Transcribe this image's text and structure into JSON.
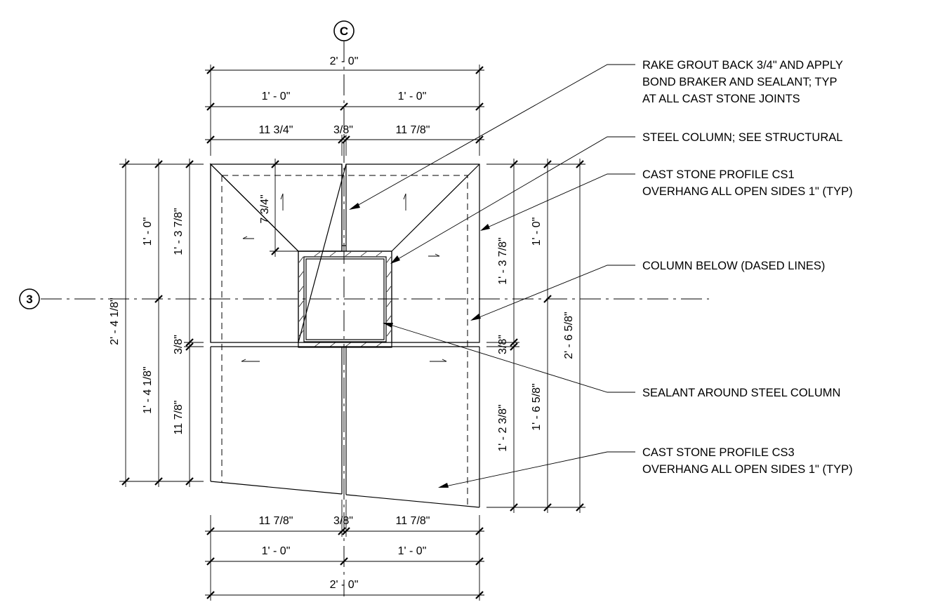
{
  "grid": {
    "vertical": "C",
    "horizontal": "3"
  },
  "dimensions": {
    "top_overall": "2' - 0\"",
    "top_left_half": "1' - 0\"",
    "top_right_half": "1' - 0\"",
    "top_left_piece": "11 3/4\"",
    "top_joint": "3/8\"",
    "top_right_piece": "11 7/8\"",
    "bottom_left_piece": "11 7/8\"",
    "bottom_joint": "3/8\"",
    "bottom_right_piece": "11 7/8\"",
    "bottom_left_half": "1' - 0\"",
    "bottom_right_half": "1' - 0\"",
    "bottom_overall": "2' - 0\"",
    "left_overall": "2' - 4 1/8\"",
    "left_upper_half": "1' - 0\"",
    "left_lower_half": "1' - 4 1/8\"",
    "left_upper_piece": "1' - 3 7/8\"",
    "left_joint": "3/8\"",
    "left_lower_piece": "11 7/8\"",
    "inner_offset": "7 3/4\"",
    "right_upper_piece": "1' - 3 7/8\"",
    "right_joint": "3/8\"",
    "right_lower_piece": "1' - 2 3/8\"",
    "right_upper_half": "1' - 0\"",
    "right_lower_half": "1' - 6 5/8\"",
    "right_overall": "2' - 6 5/8\""
  },
  "notes": {
    "rake_grout": [
      "RAKE GROUT BACK 3/4\" AND APPLY",
      "BOND BRAKER AND SEALANT; TYP",
      "AT ALL CAST STONE JOINTS"
    ],
    "steel_column": [
      "STEEL COLUMN; SEE STRUCTURAL"
    ],
    "cs1": [
      "CAST STONE PROFILE CS1",
      "OVERHANG ALL OPEN SIDES 1\" (TYP)"
    ],
    "column_below": [
      "COLUMN BELOW (DASED LINES)"
    ],
    "sealant": [
      "SEALANT AROUND STEEL COLUMN"
    ],
    "cs3": [
      "CAST STONE PROFILE CS3",
      "OVERHANG ALL OPEN SIDES 1\" (TYP)"
    ]
  }
}
